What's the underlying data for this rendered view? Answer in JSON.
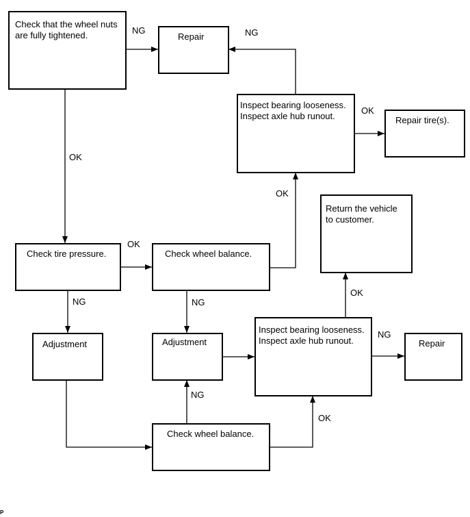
{
  "nodes": {
    "check_nuts": "Check that the wheel nuts\nare fully tightened.",
    "repair_top": "Repair",
    "inspect_top": "Inspect bearing looseness.\nInspect axle hub runout.",
    "repair_tires": "Repair tire(s).",
    "check_pressure": "Check tire pressure.",
    "check_balance_1": "Check wheel balance.",
    "return_vehicle": "Return the vehicle\nto customer.",
    "adjust_left": "Adjustment",
    "adjust_mid": "Adjustment",
    "inspect_bottom": "Inspect bearing looseness.\nInspect axle hub runout.",
    "repair_bottom": "Repair",
    "check_balance_2": "Check wheel balance."
  },
  "edge_labels": {
    "nuts_to_repair": "NG",
    "inspect_top_to_repair": "NG",
    "inspect_top_to_tires": "OK",
    "nuts_to_pressure": "OK",
    "balance1_to_inspect_top": "OK",
    "pressure_to_balance1": "OK",
    "pressure_to_adjust": "NG",
    "balance1_to_adjust": "NG",
    "inspect_bottom_to_return": "OK",
    "inspect_bottom_to_repair": "NG",
    "balance2_to_adjust": "NG",
    "balance2_to_inspect_bottom": "OK"
  },
  "footer": "P"
}
